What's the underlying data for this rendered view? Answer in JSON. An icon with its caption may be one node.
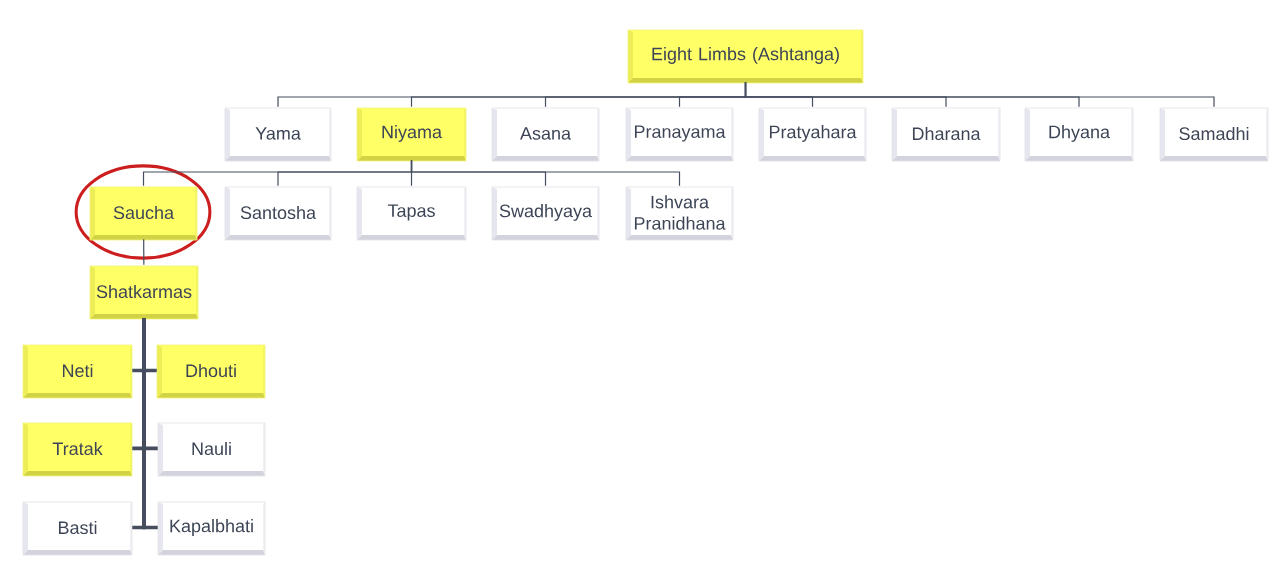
{
  "diagram": {
    "nodes": [
      {
        "text": [
          "Eight Limbs (Ashtanga)"
        ]
      },
      {
        "text": [
          "Yama"
        ]
      },
      {
        "text": [
          "Niyama"
        ]
      },
      {
        "text": [
          "Asana"
        ]
      },
      {
        "text": [
          "Pranayama"
        ]
      },
      {
        "text": [
          "Pratyahara"
        ]
      },
      {
        "text": [
          "Dharana"
        ]
      },
      {
        "text": [
          "Dhyana"
        ]
      },
      {
        "text": [
          "Samadhi"
        ]
      },
      {
        "text": [],
        "shape": "ellipse"
      },
      {
        "text": [
          "Saucha"
        ],
        "in": 9
      },
      {
        "text": [
          "Santosha"
        ]
      },
      {
        "text": [
          "Tapas"
        ]
      },
      {
        "text": [
          "Swadhyaya"
        ]
      },
      {
        "text": [
          "Ishvara Pranidhana"
        ]
      },
      {
        "text": [
          "Shatkarmas"
        ]
      },
      {
        "text": [
          "Neti"
        ]
      },
      {
        "text": [
          "Dhouti"
        ]
      },
      {
        "text": [
          "Tratak"
        ]
      },
      {
        "text": [
          "Nauli"
        ]
      },
      {
        "text": [
          "Basti"
        ]
      },
      {
        "text": [
          "Kapalbhati"
        ]
      }
    ],
    "edges": [
      {
        "from": 0,
        "to": 1,
        "arrow": "none"
      },
      {
        "from": 0,
        "to": 2,
        "arrow": "none"
      },
      {
        "from": 0,
        "to": 3,
        "arrow": "none"
      },
      {
        "from": 0,
        "to": 4,
        "arrow": "none"
      },
      {
        "from": 0,
        "to": 5,
        "arrow": "none"
      },
      {
        "from": 0,
        "to": 6,
        "arrow": "none"
      },
      {
        "from": 0,
        "to": 7,
        "arrow": "none"
      },
      {
        "from": 0,
        "to": 8,
        "arrow": "none"
      },
      {
        "from": 2,
        "to": 10,
        "arrow": "none"
      },
      {
        "from": 2,
        "to": 11,
        "arrow": "none"
      },
      {
        "from": 2,
        "to": 12,
        "arrow": "none"
      },
      {
        "from": 2,
        "to": 13,
        "arrow": "none"
      },
      {
        "from": 2,
        "to": 14,
        "arrow": "none"
      },
      {
        "from": 10,
        "to": 15,
        "arrow": "none"
      },
      {
        "from": 15,
        "to": 16,
        "arrow": "none",
        "style": "thick"
      },
      {
        "from": 15,
        "to": 17,
        "arrow": "none",
        "style": "thick"
      },
      {
        "from": 15,
        "to": 18,
        "arrow": "none",
        "style": "thick"
      },
      {
        "from": 15,
        "to": 19,
        "arrow": "none",
        "style": "thick"
      },
      {
        "from": 15,
        "to": 20,
        "arrow": "none",
        "style": "thick"
      },
      {
        "from": 15,
        "to": 21,
        "arrow": "none",
        "style": "thick"
      }
    ]
  }
}
